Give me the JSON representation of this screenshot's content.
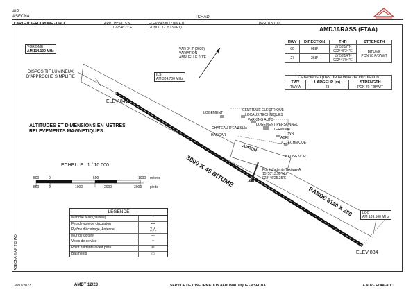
{
  "header": {
    "aip": "AIP",
    "asecna": "ASECNA",
    "country": "TCHAD",
    "chart_title": "CARTE D'AERODROME - OACI",
    "arp_label": "ARP",
    "arp_lat": "15°58'15\"N",
    "arp_lon": "022°46'21\"E",
    "elev": "ELEV 843 m (2766 FT)",
    "gund": "GUND : 12 m (39 FT)",
    "twr": "TWR 118.100",
    "aerodrome": "AMDJARASS  (FTAA)"
  },
  "runway_table": {
    "headers": [
      "RWY",
      "DIRECTION",
      "THR",
      "STRENGTH"
    ],
    "rows": [
      {
        "rwy": "09",
        "direction": "088°",
        "thr1": "15°58'17\"N",
        "thr2": "022°45'24\"E"
      },
      {
        "rwy": "27",
        "direction": "268°",
        "thr1": "15°58'14\"N",
        "thr2": "022°47'04\"E"
      }
    ],
    "strength": [
      "BITUME",
      "PCN 70 F/B/W/T"
    ]
  },
  "taxiway_table": {
    "title": "Caractéristiques de la voie de circulation",
    "headers": [
      "TWY",
      "LARGEUR (m)",
      "STRENGTH"
    ],
    "rows": [
      {
        "twy": "TWY A",
        "width": "23",
        "strength": "PCN 70 F/B/W/T"
      }
    ]
  },
  "map": {
    "vor_box1": "VOR/DME",
    "vor_box2": "AM  114.100 MHz",
    "var_lines": [
      "VAR 0° 2' (2020)",
      "VARIATION",
      "ANNUELLE 0.1'E"
    ],
    "approach_lights": [
      "DISPOSITIF LUMINEUX",
      "D'APPROCHE SIMPLIFIE"
    ],
    "ils_box": "ILS",
    "ils_box2": "AM  324.700 MHz",
    "elev_841": "ELEV 841",
    "elev_834": "ELEV 834",
    "altitudes_note": [
      "ALTITUDES ET DIMENSIONS EN METRES",
      "RELEVEMENTS MAGNETIQUES"
    ],
    "runway_dims": "3000 X 45 BITUME",
    "strip": "BANDE 3120 X 280",
    "apron": "APRON",
    "arp": "ARP",
    "logement": "LOGEMENT",
    "buildings": [
      "CENTRALE ELECTRIQUE",
      "LOCAUX TECHNIQUES",
      "PARKING AUTO",
      "CHATEAU D'EAU",
      "LOGEMENT PERSONNEL",
      "TERMINAL",
      "TWR",
      "ABRI",
      "LOC TECHNIQUE",
      "SSLIA",
      "HANGAR",
      "BALISE VOR"
    ],
    "pt_attente": [
      "Point d'attente Taxiway A",
      "15°58'13.50\"N",
      "022°46'25.25\"E"
    ],
    "loc_box1": "LOC",
    "loc_box2": "AM 109.100 MHz",
    "scale_label": "ECHELLE : 1 / 10 000",
    "scale_metres": "mètres",
    "scale_pieds": "pieds",
    "scale_m_ticks": [
      "500",
      "0",
      "500",
      "1000"
    ],
    "scale_ft_ticks": [
      "500",
      "0",
      "1000",
      "2000",
      "3000"
    ]
  },
  "legend": {
    "title": "LEGENDE",
    "items": [
      {
        "label": "Manche à air (balisée)",
        "symbol": "⟟"
      },
      {
        "label": "Feu de voie de circulation",
        "symbol": "• •"
      },
      {
        "label": "Pylône d'éclairage, Antenne",
        "symbol": "╳ ⋀"
      },
      {
        "label": "Mur de clôture",
        "symbol": "—"
      },
      {
        "label": "Voies de service",
        "symbol": "═"
      },
      {
        "label": "Point d'attente avant piste",
        "symbol": "⊫"
      },
      {
        "label": "Batiments",
        "symbol": "▭"
      }
    ]
  },
  "footer": {
    "date": "30/11/2023",
    "amdt": "AMDT 12/23",
    "service": "SERVICE DE L'INFORMATION AÉRONAUTIQUE - ASECNA",
    "page": "14 AD2 - FTAA-ADC",
    "side": "ASECNA ©AIP TCHAD"
  }
}
